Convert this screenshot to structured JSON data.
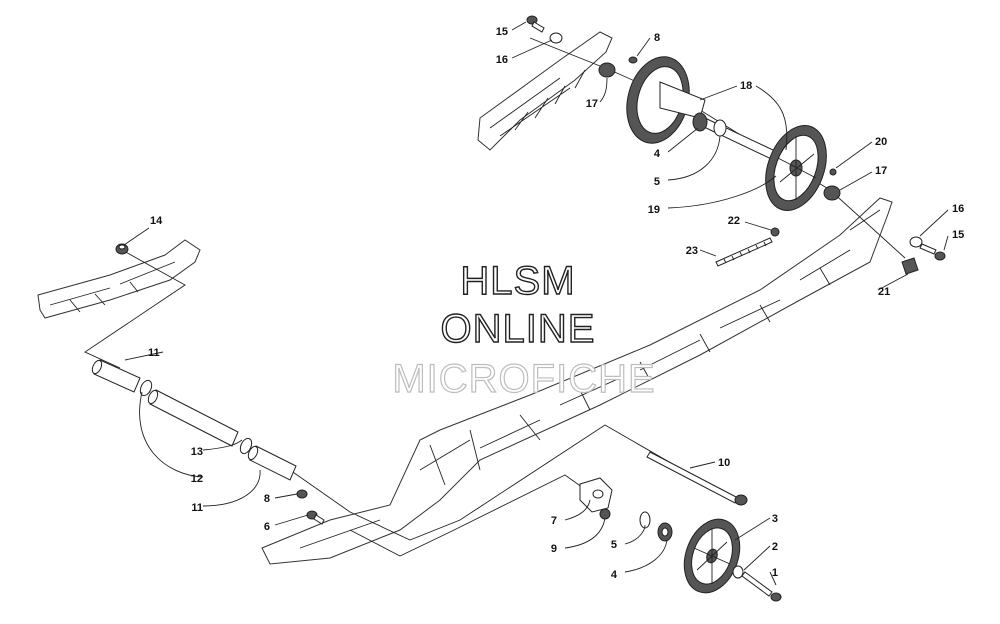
{
  "watermark": {
    "line1": "HLSM",
    "line2": "ONLINE",
    "line3": "MICROFICHE"
  },
  "callouts": [
    {
      "id": "c1",
      "label": "1"
    },
    {
      "id": "c2",
      "label": "2"
    },
    {
      "id": "c3",
      "label": "3"
    },
    {
      "id": "c4a",
      "label": "4"
    },
    {
      "id": "c4b",
      "label": "4"
    },
    {
      "id": "c5a",
      "label": "5"
    },
    {
      "id": "c5b",
      "label": "5"
    },
    {
      "id": "c6",
      "label": "6"
    },
    {
      "id": "c7",
      "label": "7"
    },
    {
      "id": "c8a",
      "label": "8"
    },
    {
      "id": "c8b",
      "label": "8"
    },
    {
      "id": "c9",
      "label": "9"
    },
    {
      "id": "c10",
      "label": "10"
    },
    {
      "id": "c11a",
      "label": "11"
    },
    {
      "id": "c11b",
      "label": "11"
    },
    {
      "id": "c12",
      "label": "12"
    },
    {
      "id": "c13",
      "label": "13"
    },
    {
      "id": "c14",
      "label": "14"
    },
    {
      "id": "c15a",
      "label": "15"
    },
    {
      "id": "c15b",
      "label": "15"
    },
    {
      "id": "c16a",
      "label": "16"
    },
    {
      "id": "c16b",
      "label": "16"
    },
    {
      "id": "c17a",
      "label": "17"
    },
    {
      "id": "c17b",
      "label": "17"
    },
    {
      "id": "c18",
      "label": "18"
    },
    {
      "id": "c19",
      "label": "19"
    },
    {
      "id": "c20",
      "label": "20"
    },
    {
      "id": "c21",
      "label": "21"
    },
    {
      "id": "c22",
      "label": "22"
    },
    {
      "id": "c23",
      "label": "23"
    }
  ]
}
